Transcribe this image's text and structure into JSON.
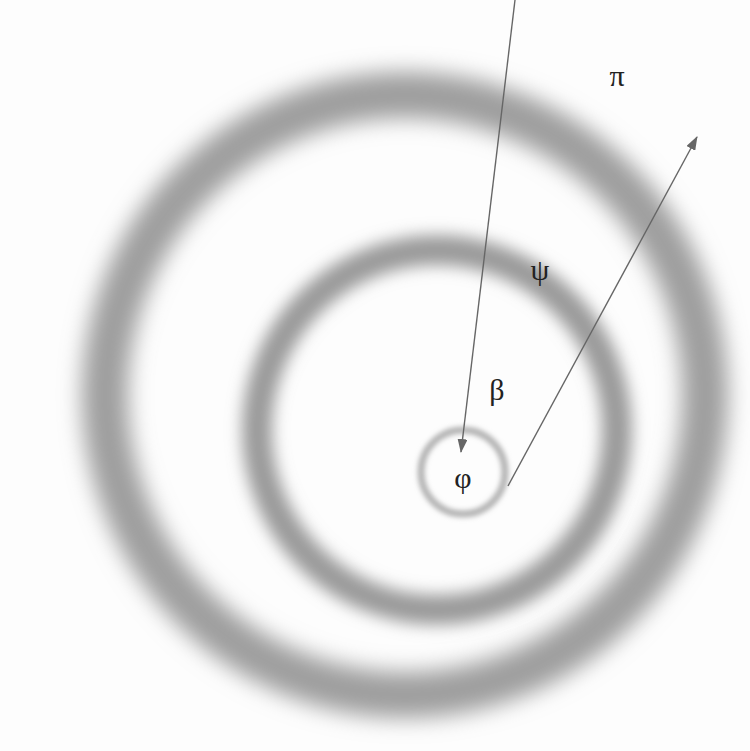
{
  "diagram": {
    "nodes": [
      {
        "text": [
          "ψ"
        ]
      },
      {
        "text": [
          "β"
        ],
        "in": 0
      },
      {
        "text": [
          "φ"
        ],
        "in": 1
      }
    ],
    "labels": [
      "π"
    ]
  }
}
